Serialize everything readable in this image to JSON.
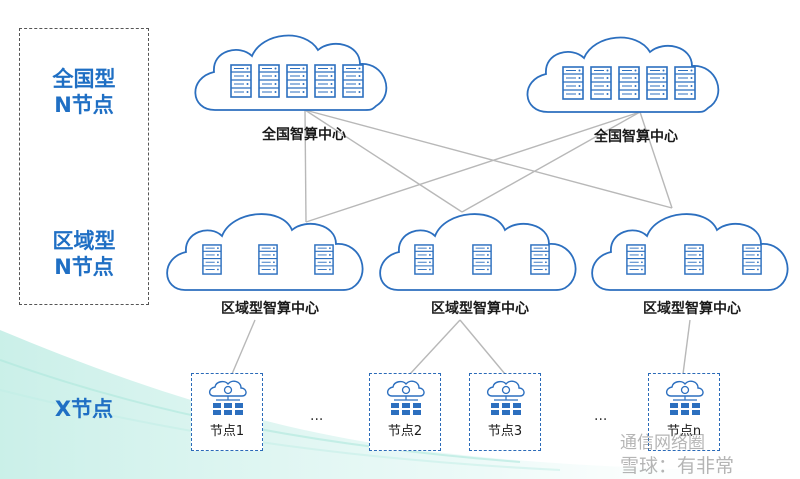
{
  "tiers": {
    "national": [
      "全国型",
      "N节点"
    ],
    "regional": [
      "区域型",
      "N节点"
    ],
    "x": [
      "X节点"
    ]
  },
  "national_centers": [
    {
      "label": "全国智算中心"
    },
    {
      "label": "全国智算中心"
    }
  ],
  "regional_centers": [
    {
      "label": "区域型智算中心"
    },
    {
      "label": "区域型智算中心"
    },
    {
      "label": "区域型智算中心"
    }
  ],
  "x_nodes": [
    {
      "label": "节点1"
    },
    {
      "label": "节点2"
    },
    {
      "label": "节点3"
    },
    {
      "label": "节点n"
    }
  ],
  "ellipsis": "...",
  "watermark": [
    "通信网络圈",
    "雪球：有非常"
  ],
  "colors": {
    "tier_text": "#1f6fc4",
    "cloud_stroke": "#2c6fbf",
    "server_fill": "#ffffff",
    "link": "#b8b8b8",
    "x_border": "#2a6ab8"
  }
}
